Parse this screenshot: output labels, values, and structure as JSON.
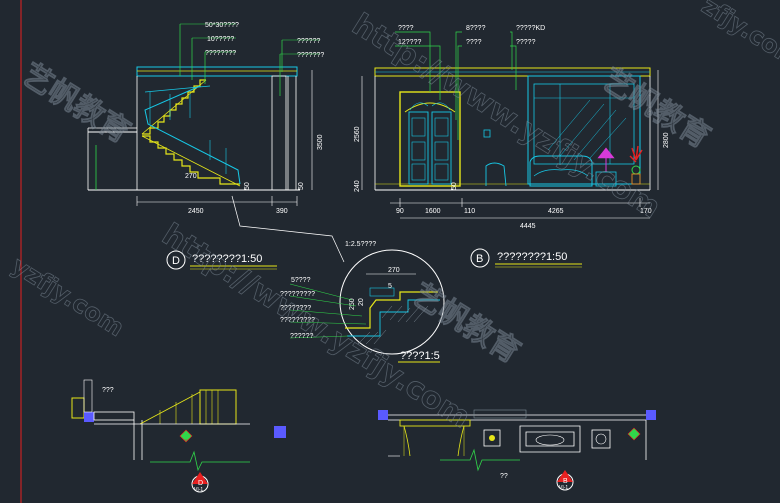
{
  "watermarks": {
    "url_text": "http://www.yzfjy.com",
    "url_short": "yzfjy.com",
    "url_partial": "zfjy.com",
    "cn_brand": "艺帆教育"
  },
  "left_elevation": {
    "labels": [
      "50*30????",
      "10?????",
      "????????",
      "??????",
      "???????"
    ],
    "dims": {
      "tread": "270",
      "h50_a": "50",
      "h50_b": "50",
      "w2450": "2450",
      "w390": "390",
      "h3500": "3500"
    },
    "marker_letter": "D",
    "title": "????????1:50"
  },
  "right_elevation": {
    "labels": [
      "????",
      "12????",
      "8????",
      "????",
      "?????KD",
      "?????"
    ],
    "dims": {
      "h2560": "2560",
      "h240": "240",
      "h2800": "2800",
      "v50": "50",
      "w90": "90",
      "w1600": "1600",
      "w110": "110",
      "w4265": "4265",
      "w170": "170",
      "w4445": "4445"
    },
    "marker_letter": "B",
    "title": "????????1:50"
  },
  "detail": {
    "scale_label": "1:2.5????",
    "labels": [
      "5????",
      "?????????",
      "????????",
      "?????????",
      "??????"
    ],
    "dims": {
      "d270": "270",
      "d5": "5",
      "d20": "20",
      "d250": "250"
    },
    "title": "????1:5"
  },
  "plans": {
    "left_label": "???",
    "left_marker_top": "D",
    "left_marker_bottom": "VI-1",
    "right_label": "??",
    "right_marker_top": "B",
    "right_marker_bottom": "VI-1"
  },
  "colors": {
    "background": "#212830",
    "yellow": "#e6e619",
    "cyan": "#17c8e6",
    "white": "#ffffff",
    "green": "#30d84a",
    "magenta": "#d83ad8",
    "red": "#e82020",
    "blue": "#5a5aff",
    "orange": "#e88a22"
  }
}
